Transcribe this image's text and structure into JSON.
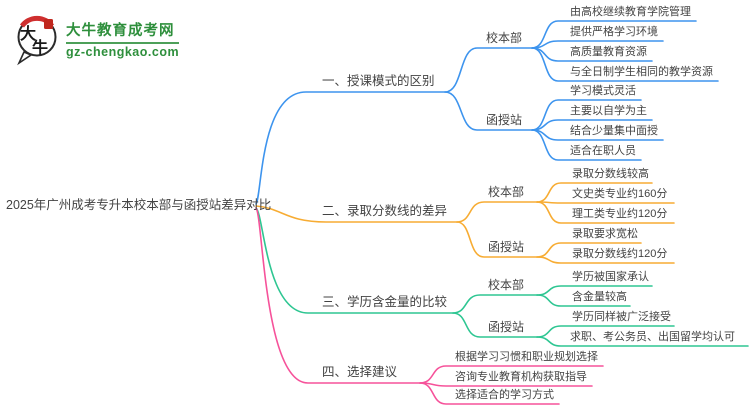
{
  "logo": {
    "brand": "大牛教育成考网",
    "domain": "gz-chengkao.com",
    "mark_char_1": "大",
    "mark_char_2": "牛",
    "brand_color": "#2e8f3c",
    "seal_color": "#c0281e"
  },
  "colors": {
    "branch1_blue": "#3d94ee",
    "branch2_orange": "#f7ac33",
    "branch3_green": "#2ec692",
    "branch4_pink": "#f6529a",
    "text": "#434343"
  },
  "root": {
    "label": "2025年广州成考专升本校本部与函授站差异对比"
  },
  "branches": [
    {
      "label": "一、授课模式的区别",
      "color": "#3d94ee",
      "children": [
        {
          "label": "校本部",
          "leaves": [
            "由高校继续教育学院管理",
            "提供严格学习环境",
            "高质量教育资源",
            "与全日制学生相同的教学资源"
          ]
        },
        {
          "label": "函授站",
          "leaves": [
            "学习模式灵活",
            "主要以自学为主",
            "结合少量集中面授",
            "适合在职人员"
          ]
        }
      ]
    },
    {
      "label": "二、录取分数线的差异",
      "color": "#f7ac33",
      "children": [
        {
          "label": "校本部",
          "leaves": [
            "录取分数线较高",
            "文史类专业约160分",
            "理工类专业约120分"
          ]
        },
        {
          "label": "函授站",
          "leaves": [
            "录取要求宽松",
            "录取分数线约120分"
          ]
        }
      ]
    },
    {
      "label": "三、学历含金量的比较",
      "color": "#2ec692",
      "children": [
        {
          "label": "校本部",
          "leaves": [
            "学历被国家承认",
            "含金量较高"
          ]
        },
        {
          "label": "函授站",
          "leaves": [
            "学历同样被广泛接受",
            "求职、考公务员、出国留学均认可"
          ]
        }
      ]
    },
    {
      "label": "四、选择建议",
      "color": "#f6529a",
      "leaves": [
        "根据学习习惯和职业规划选择",
        "咨询专业教育机构获取指导",
        "选择适合的学习方式"
      ]
    }
  ]
}
